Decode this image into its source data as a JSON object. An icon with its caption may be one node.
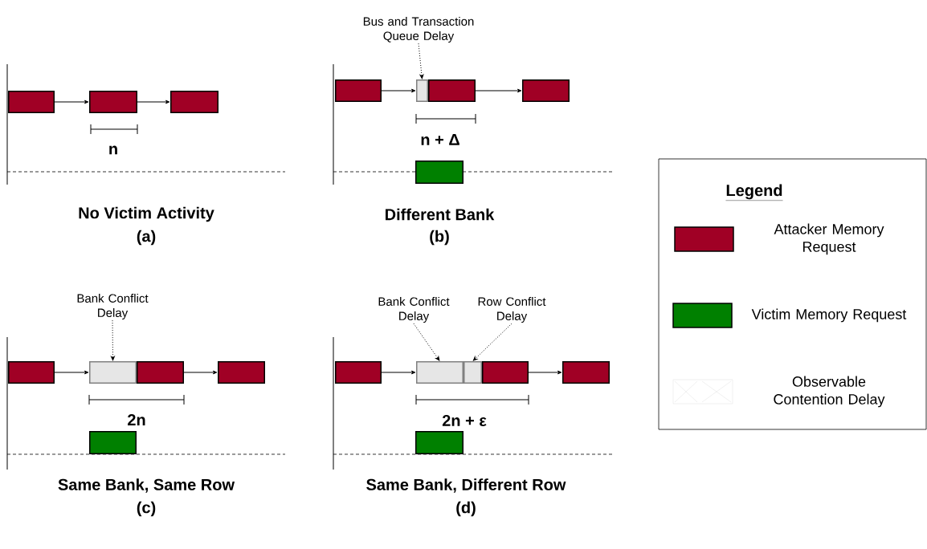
{
  "diagram": {
    "nodes": [
      {
        "text": [],
        "shape": "box"
      },
      {
        "text": [],
        "shape": "box"
      },
      {
        "text": [],
        "shape": "box"
      },
      {
        "text": [],
        "shape": "box"
      },
      {
        "text": [],
        "shape": "box"
      },
      {
        "text": [],
        "shape": "box"
      },
      {
        "text": [],
        "shape": "box"
      },
      {
        "text": [],
        "shape": "box"
      },
      {
        "text": [
          "Bus and Transaction Queue Delay"
        ]
      },
      {
        "text": [],
        "shape": "box"
      },
      {
        "text": [],
        "shape": "box"
      },
      {
        "text": [],
        "shape": "box"
      },
      {
        "text": [],
        "shape": "box"
      },
      {
        "text": [],
        "shape": "box"
      },
      {
        "text": [
          "Bank Conflict Delay"
        ]
      },
      {
        "text": [],
        "shape": "box"
      },
      {
        "text": [],
        "shape": "box"
      },
      {
        "text": [],
        "shape": "box"
      },
      {
        "text": [],
        "shape": "box"
      },
      {
        "text": [],
        "shape": "box"
      },
      {
        "text": [],
        "shape": "box"
      },
      {
        "text": [
          "Bank Conflict Delay"
        ]
      },
      {
        "text": [
          "Row Conflict Delay"
        ]
      }
    ],
    "edges": [
      {
        "from": 0,
        "to": 1,
        "arrow": "to"
      },
      {
        "from": 1,
        "to": 2,
        "arrow": "to"
      },
      {
        "from": 3,
        "to": 4,
        "arrow": "to"
      },
      {
        "from": 5,
        "to": 6,
        "arrow": "to"
      },
      {
        "from": 8,
        "to": 4,
        "arrow": "to",
        "style": "dashed"
      },
      {
        "from": 9,
        "to": 10,
        "arrow": "to"
      },
      {
        "from": 11,
        "to": 12,
        "arrow": "to"
      },
      {
        "from": 14,
        "to": 10,
        "arrow": "to",
        "style": "dashed"
      },
      {
        "from": 15,
        "to": 16,
        "arrow": "to"
      },
      {
        "from": 18,
        "to": 19,
        "arrow": "to"
      },
      {
        "from": 21,
        "to": 16,
        "arrow": "to",
        "style": "dashed"
      },
      {
        "from": 22,
        "to": 17,
        "arrow": "to",
        "style": "dashed"
      }
    ],
    "labels": [
      "n",
      "No Victim Activity",
      "(a)",
      "n + Δ",
      "Different Bank",
      "(b)",
      "2n",
      "Same Bank, Same Row",
      "(c)",
      "2n + ε",
      "Same Bank, Different Row",
      "(d)",
      "Legend"
    ],
    "legend": [
      {
        "text": "Attacker Memory Request",
        "color": "#a00025"
      },
      {
        "text": "Victim Memory Request",
        "color": "#008000"
      },
      {
        "text": "Observable Contention Delay"
      }
    ]
  }
}
